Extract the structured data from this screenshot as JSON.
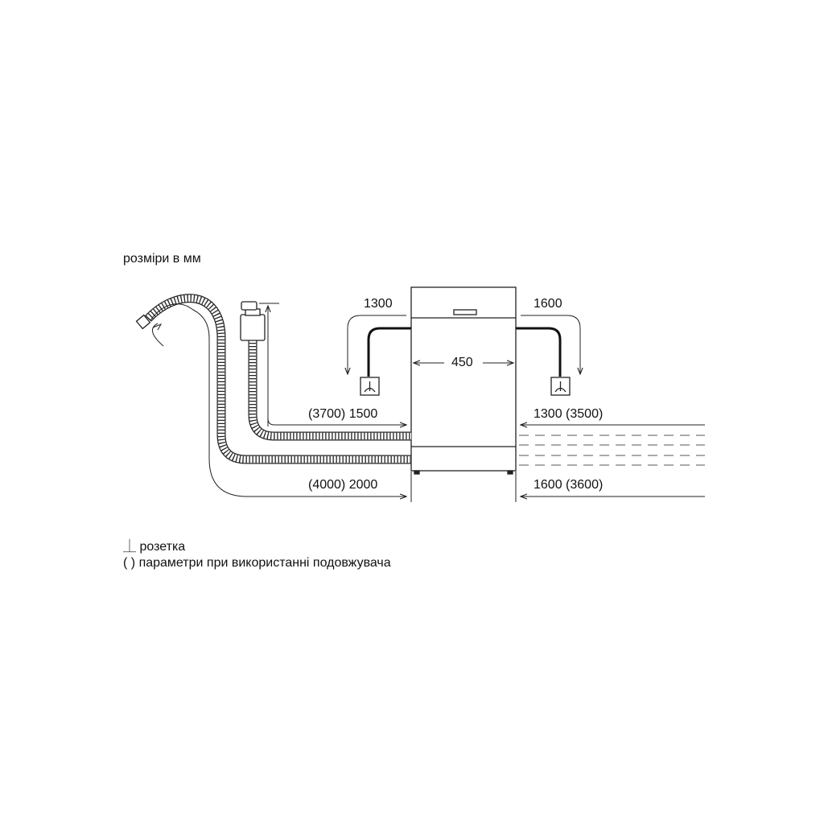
{
  "units_label": "розміри в мм",
  "dimensions": {
    "appliance_width": "450",
    "left_socket_height": "1300",
    "right_socket_height": "1600",
    "drain_hose_length": "(3700) 1500",
    "inlet_hose_length": "(4000) 2000",
    "right_cable_upper": "1300 (3500)",
    "right_cable_lower": "1600 (3600)"
  },
  "legend": {
    "socket_symbol": "⏊",
    "socket_text": "розетка",
    "extension_symbol": "( )",
    "extension_text": "параметри при використанні подовжувача"
  }
}
